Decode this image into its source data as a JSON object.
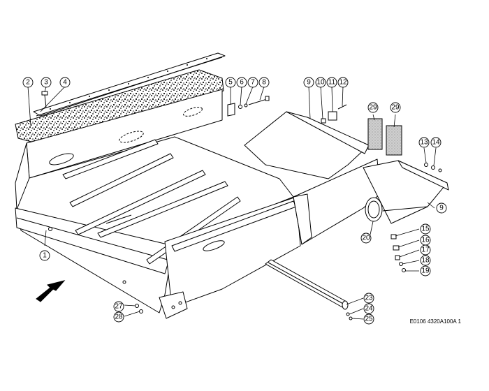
{
  "callouts": [
    "1",
    "2",
    "3",
    "4",
    "5",
    "6",
    "7",
    "8",
    "9",
    "10",
    "11",
    "12",
    "13",
    "14",
    "15",
    "16",
    "17",
    "18",
    "19",
    "20",
    "23",
    "24",
    "25",
    "27",
    "28",
    "29"
  ],
  "reference_code": "E0106 4320A100A 1"
}
